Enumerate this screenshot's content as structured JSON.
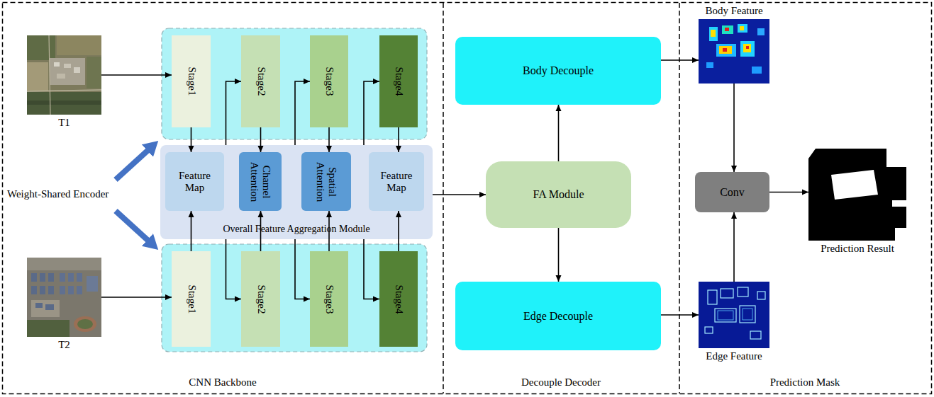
{
  "diagram": {
    "nodes": [
      {
        "text": [
          "T1"
        ]
      },
      {
        "text": [
          "Stage1"
        ]
      },
      {
        "text": [
          "Stage2"
        ]
      },
      {
        "text": [
          "Stage3"
        ]
      },
      {
        "text": [
          "Stage4"
        ]
      },
      {
        "text": [
          "Overall Feature Aggregation Module"
        ]
      },
      {
        "text": [
          "Feature Map"
        ],
        "in": 5
      },
      {
        "text": [
          "Chamel Attention"
        ],
        "in": 5
      },
      {
        "text": [
          "Spatial Attention"
        ],
        "in": 5
      },
      {
        "text": [
          "Feature Map"
        ],
        "in": 5
      },
      {
        "text": [
          "T2"
        ]
      },
      {
        "text": [
          "Stage1"
        ]
      },
      {
        "text": [
          "Stage2"
        ]
      },
      {
        "text": [
          "Stage3"
        ]
      },
      {
        "text": [
          "Stage4"
        ]
      },
      {
        "text": [
          "Body Decouple"
        ]
      },
      {
        "text": [
          "FA Module"
        ]
      },
      {
        "text": [
          "Edge Decouple"
        ]
      },
      {
        "text": [
          "Body Feature"
        ]
      },
      {
        "text": [
          "Conv"
        ]
      },
      {
        "text": [
          "Prediction Result"
        ]
      },
      {
        "text": [
          "Edge Feature"
        ]
      }
    ],
    "edges": [
      {
        "from": 0,
        "to": 1,
        "arrow": "to"
      },
      {
        "from": 10,
        "to": 11,
        "arrow": "to"
      },
      {
        "from": 1,
        "to": 6,
        "arrow": "to"
      },
      {
        "from": 2,
        "to": 7,
        "arrow": "to"
      },
      {
        "from": 3,
        "to": 8,
        "arrow": "to"
      },
      {
        "from": 4,
        "to": 9,
        "arrow": "to"
      },
      {
        "from": 11,
        "to": 6,
        "arrow": "to"
      },
      {
        "from": 12,
        "to": 7,
        "arrow": "to"
      },
      {
        "from": 13,
        "to": 8,
        "arrow": "to"
      },
      {
        "from": 14,
        "to": 9,
        "arrow": "to"
      },
      {
        "from": 5,
        "to": 2,
        "arrow": "to"
      },
      {
        "from": 5,
        "to": 3,
        "arrow": "to"
      },
      {
        "from": 5,
        "to": 4,
        "arrow": "to"
      },
      {
        "from": 5,
        "to": 12,
        "arrow": "to"
      },
      {
        "from": 5,
        "to": 13,
        "arrow": "to"
      },
      {
        "from": 5,
        "to": 14,
        "arrow": "to"
      },
      {
        "from": 5,
        "to": 16,
        "arrow": "to"
      },
      {
        "from": 16,
        "to": 15,
        "arrow": "to"
      },
      {
        "from": 16,
        "to": 17,
        "arrow": "to"
      },
      {
        "from": 15,
        "to": 18,
        "arrow": "to"
      },
      {
        "from": 17,
        "to": 21,
        "arrow": "to"
      },
      {
        "from": 18,
        "to": 19,
        "arrow": "to"
      },
      {
        "from": 21,
        "to": 19,
        "arrow": "to"
      },
      {
        "from": 19,
        "to": 20,
        "arrow": "to"
      }
    ],
    "labels": [
      "Weight-Shared Encoder",
      "CNN Backbone",
      "Decouple Decoder",
      "Prediction Mask"
    ]
  }
}
